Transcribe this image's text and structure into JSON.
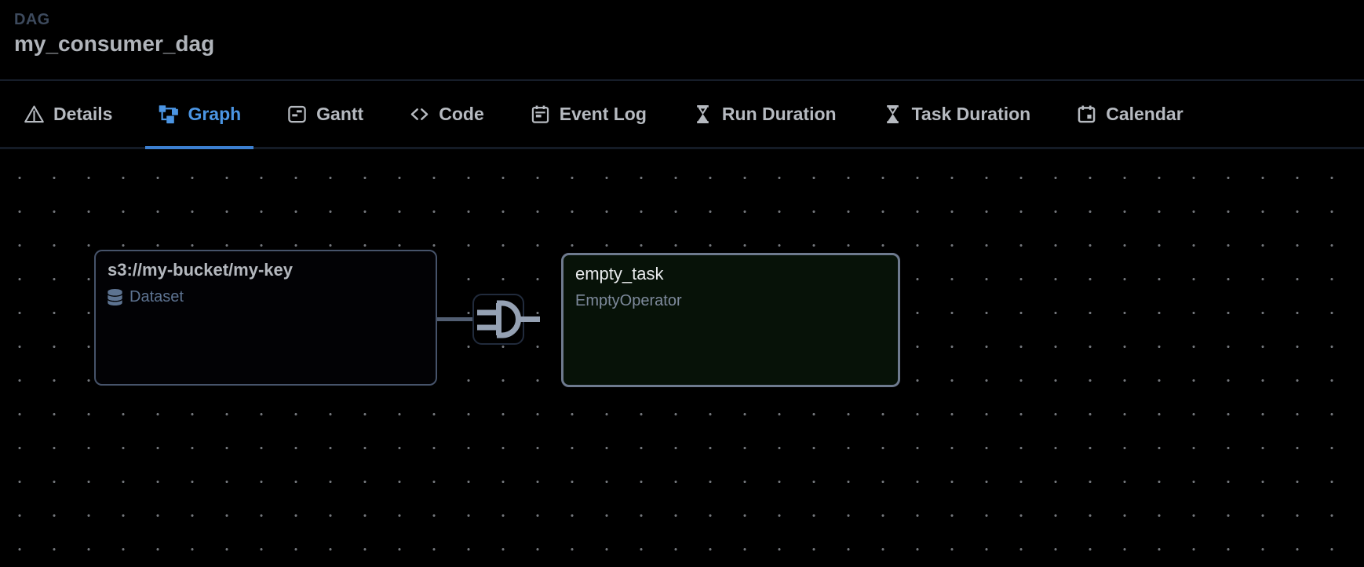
{
  "header": {
    "breadcrumb": "DAG",
    "title": "my_consumer_dag"
  },
  "tabs": [
    {
      "label": "Details",
      "icon": "warning-triangle-icon",
      "active": false
    },
    {
      "label": "Graph",
      "icon": "graph-icon",
      "active": true
    },
    {
      "label": "Gantt",
      "icon": "gantt-icon",
      "active": false
    },
    {
      "label": "Code",
      "icon": "code-icon",
      "active": false
    },
    {
      "label": "Event Log",
      "icon": "event-log-icon",
      "active": false
    },
    {
      "label": "Run Duration",
      "icon": "hourglass-icon",
      "active": false
    },
    {
      "label": "Task Duration",
      "icon": "hourglass-icon",
      "active": false
    },
    {
      "label": "Calendar",
      "icon": "calendar-icon",
      "active": false
    }
  ],
  "graph": {
    "dataset_node": {
      "title": "s3://my-bucket/my-key",
      "type_label": "Dataset"
    },
    "condition_node": {
      "kind": "dataset-condition-gate"
    },
    "task_node": {
      "title": "empty_task",
      "operator": "EmptyOperator"
    }
  },
  "colors": {
    "canvas_bg": "#000000",
    "accent_blue": "#4b95e3",
    "tab_underline": "#3c7fd0",
    "tab_text": "#b6bac0",
    "header_title": "#b0b4ba",
    "breadcrumb": "#3d4a5d",
    "dataset_border": "#46536a",
    "dataset_label": "#5d7391",
    "task_border": "#6e7a8e",
    "task_bg": "#071208",
    "edge": "#525e72",
    "gate_glyph": "#95a1b3"
  }
}
